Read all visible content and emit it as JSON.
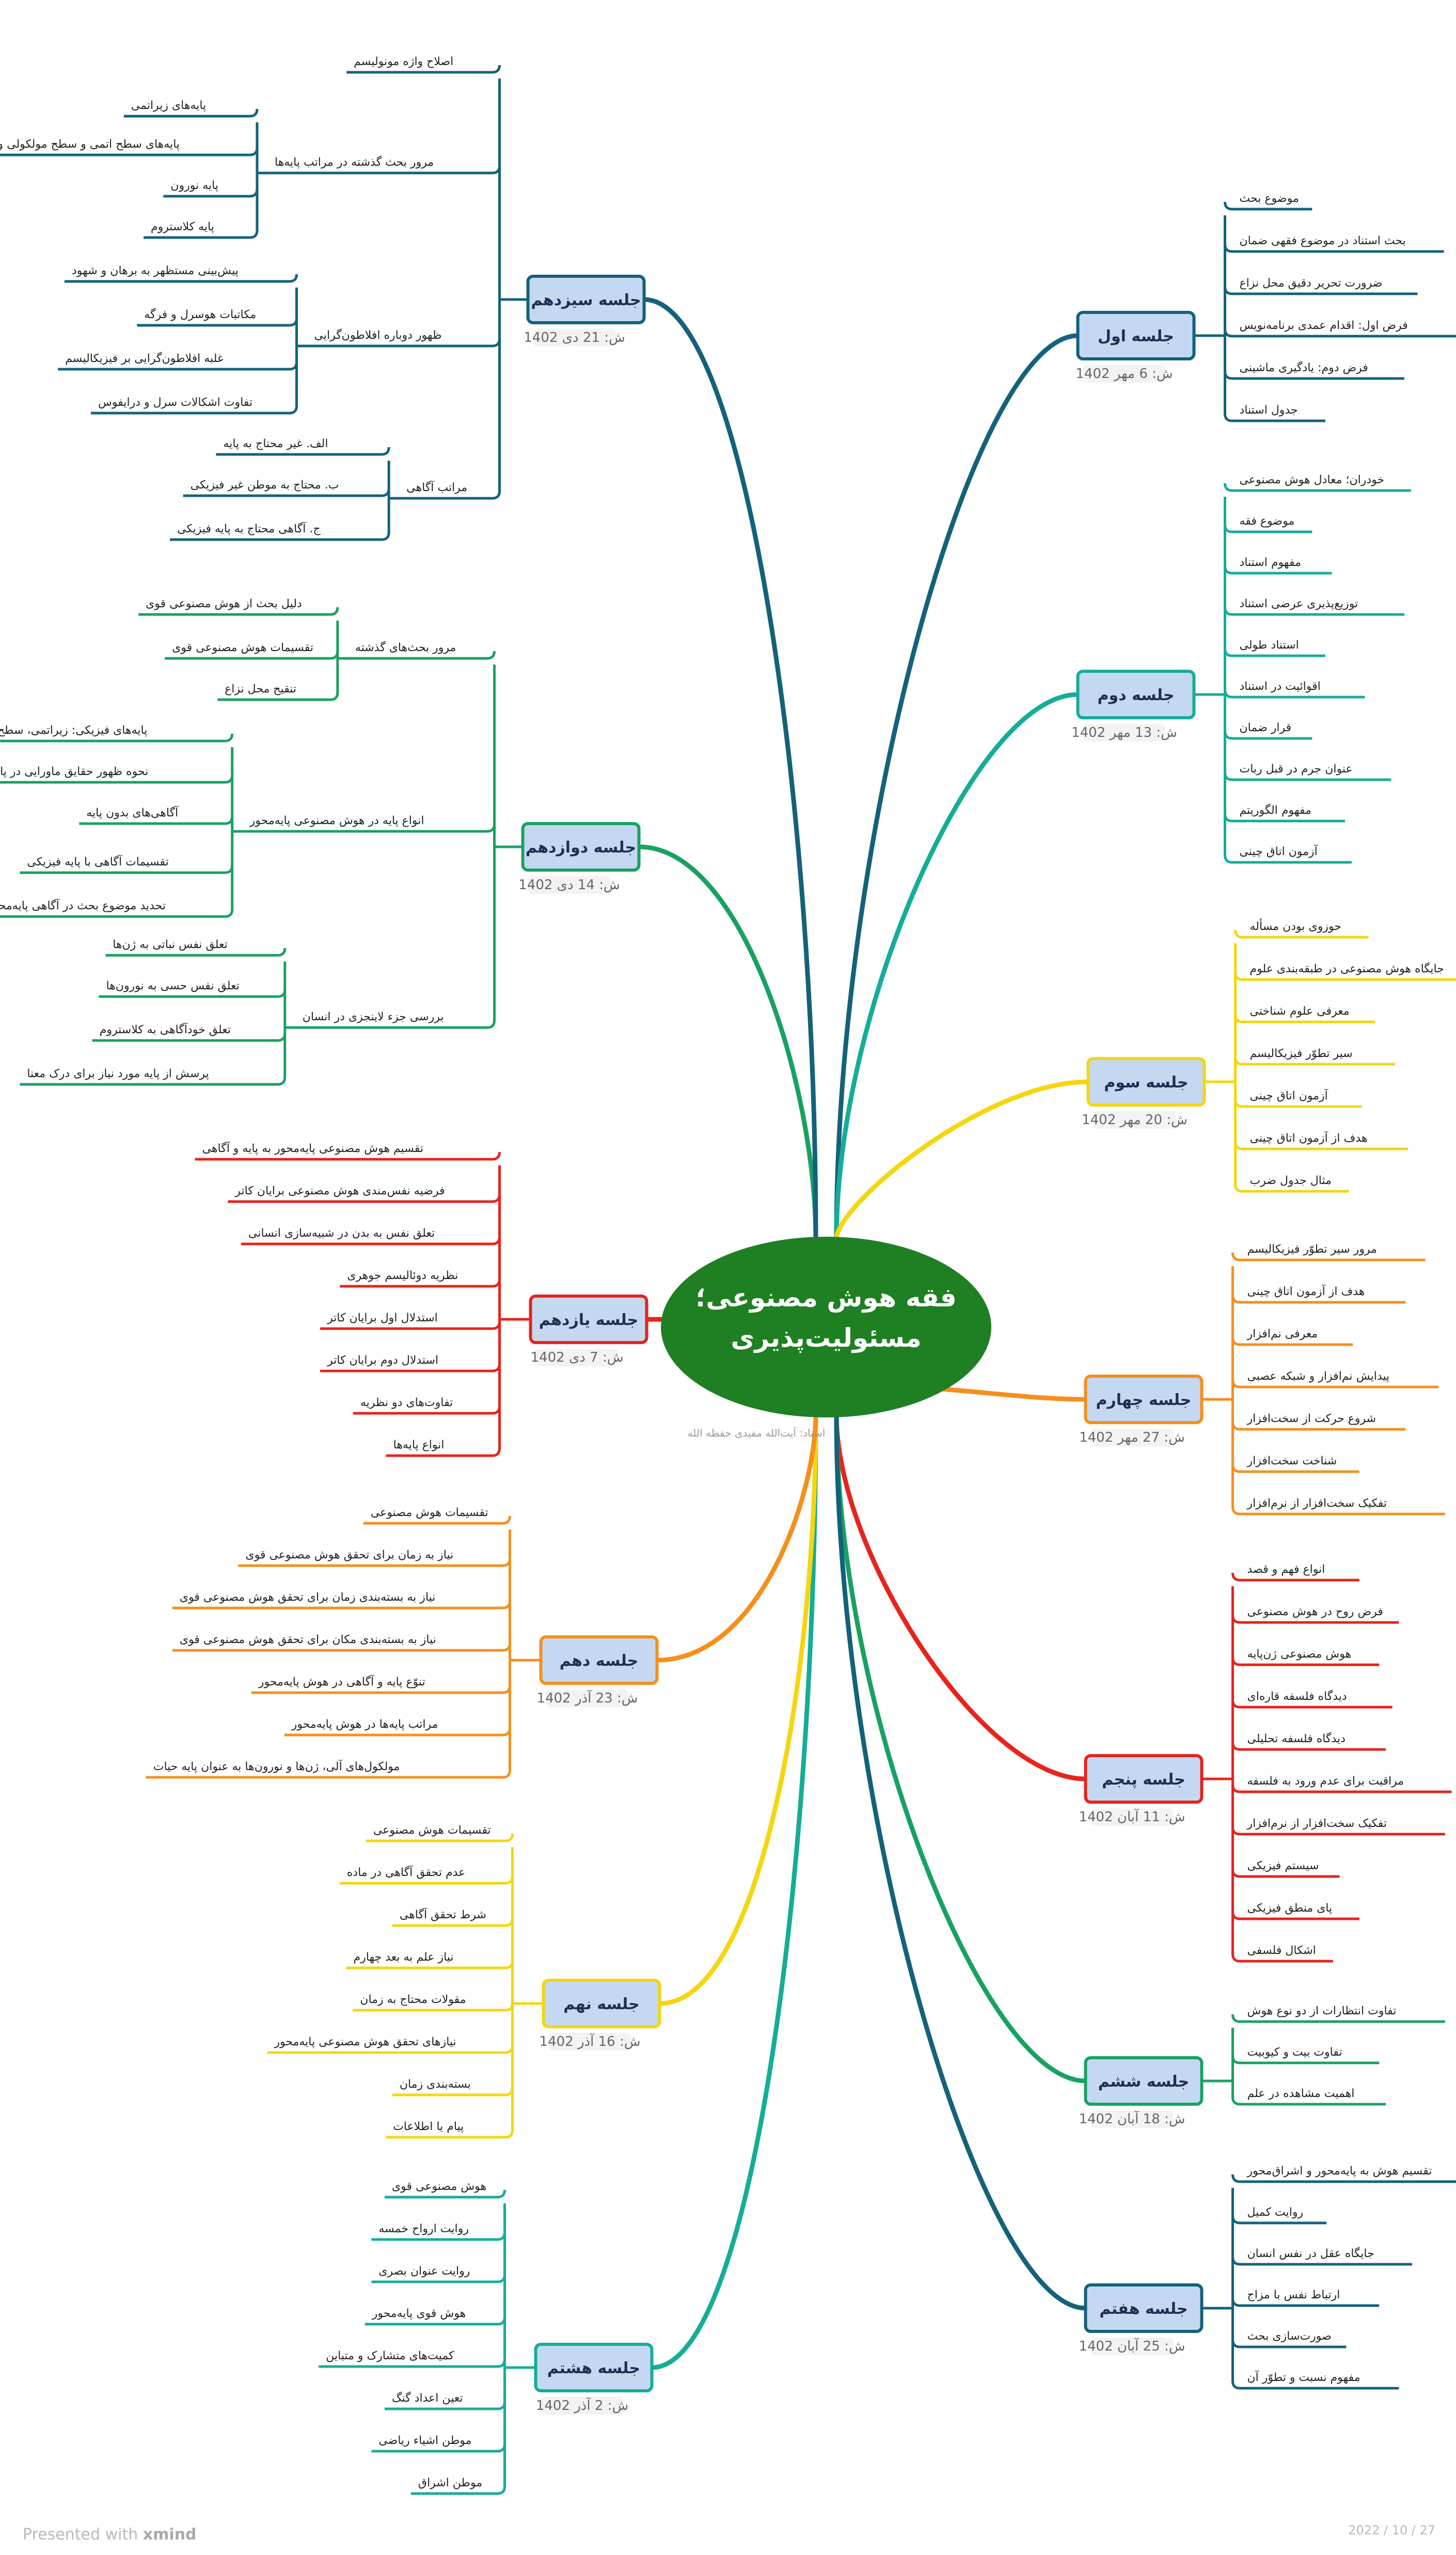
{
  "center": {
    "line1": "فقه هوش مصنوعی؛",
    "line2": "مسئولیت‌پذیری",
    "color": "#1e8023",
    "master": "استاد: آیت‌الله مفیدی حفظه الله"
  },
  "footer": {
    "presented": "Presented with",
    "brand": "xmind",
    "page": "2022 / 10 / 27"
  },
  "sessions": [
    {
      "id": "s1",
      "title": "جلسه اول",
      "date": "ش: 6 مهر 1402",
      "color": "#13627a",
      "side": "right",
      "items": [
        "موضوع بحث",
        "بحث استناد در موضوع فقهی ضمان",
        "ضرورت تحریر دقیق محل نزاع",
        "فرض اول: اقدام عمدی برنامه‌نویس",
        "فرض دوم: یادگیری ماشینی",
        "جدول استناد"
      ]
    },
    {
      "id": "s2",
      "title": "جلسه دوم",
      "date": "ش: 13 مهر 1402",
      "color": "#14ad98",
      "side": "right",
      "items": [
        "خودران؛ معادل هوش مصنوعی",
        "موضوع فقه",
        "مفهوم استناد",
        "توزیع‌پذیری عرضی استناد",
        "استناد طولی",
        "اقوائیت در استناد",
        "قرار ضمان",
        "عنوان جرم در قبل ربات",
        "مفهوم الگوریتم",
        "آزمون اتاق چینی"
      ]
    },
    {
      "id": "s3",
      "title": "جلسه سوم",
      "date": "ش: 20 مهر 1402",
      "color": "#f5d60f",
      "side": "right",
      "items": [
        "حوزوی بودن مسأله",
        "جایگاه هوش مصنوعی در طبقه‌بندی علوم",
        "معرفی علوم شناختی",
        "سیر تطوّر فیزیکالیسم",
        "آزمون اتاق چینی",
        "هدف از آزمون اتاق چینی",
        "مثال جدول ضرب"
      ]
    },
    {
      "id": "s4",
      "title": "جلسه چهارم",
      "date": "ش: 27 مهر 1402",
      "color": "#f68f1c",
      "side": "right",
      "items": [
        "مرور سیر تطوّر فیزیکالیسم",
        "هدف از آزمون اتاق چینی",
        "معرفی نم‌افزار",
        "پیدایش نم‌افزار و شبکه عصبی",
        "شروع حرکت از سخت‌افزار",
        "شناخت سخت‌افزار",
        "تفکیک سخت‌افزار از نرم‌افزار"
      ]
    },
    {
      "id": "s5",
      "title": "جلسه پنجم",
      "date": "ش: 11 آبان 1402",
      "color": "#e8231b",
      "side": "right",
      "items": [
        "انواع فهم و قصد",
        "فرض روح در هوش مصنوعی",
        "هوش مصنوعی ژن‌پایه",
        "دیدگاه فلسفه قاره‌ای",
        "دیدگاه فلسفه تحلیلی",
        "مراقبت برای عدم ورود به فلسفه",
        "تفکیک سخت‌افزار از نرم‌افزار",
        "سیستم فیزیکی",
        "پای منطق فیزیکی",
        "اشکال فلسفی"
      ]
    },
    {
      "id": "s6",
      "title": "جلسه ششم",
      "date": "ش: 18 آبان 1402",
      "color": "#19a162",
      "side": "right",
      "items": [
        "تفاوت انتظارات از دو نوع هوش",
        "تفاوت بیت و کیوبیت",
        "اهمیت مشاهده در علم"
      ]
    },
    {
      "id": "s7",
      "title": "جلسه هفتم",
      "date": "ش: 25 آبان 1402",
      "color": "#13627a",
      "side": "right",
      "items": [
        "تقسیم هوش به پایه‌محور و اشراق‌محور",
        "روایت کمیل",
        "جایگاه عقل در نفس انسان",
        "ارتباط نفس با مزاج",
        "صورت‌سازی بحث",
        "مفهوم نسبت و تطوّر آن"
      ]
    },
    {
      "id": "s8",
      "title": "جلسه هشتم",
      "date": "ش: 2 آذر 1402",
      "color": "#14ad98",
      "side": "left",
      "items": [
        "هوش مصنوعی قوی",
        "روایت ارواح خمسه",
        "روایت عنوان بصری",
        "هوش قوی پایه‌محور",
        "کمیت‌های متشارک و متباین",
        "تعین اعداد گنگ",
        "موطن اشیاء ریاضی",
        "موطن اشراق"
      ]
    },
    {
      "id": "s9",
      "title": "جلسه نهم",
      "date": "ش: 16 آذر 1402",
      "color": "#f5d60f",
      "side": "left",
      "items": [
        "تقسیمات هوش مصنوعی",
        "عدم تحقق آگاهی در ماده",
        "شرط تحقق آگاهی",
        "نیاز علم به بعد چهارم",
        "مقولات محتاج به زمان",
        "نیازهای تحقق هوش مصنوعی پایه‌محور",
        "بسته‌بندی زمان",
        "پیام یا اطلاعات"
      ]
    },
    {
      "id": "s10",
      "title": "جلسه دهم",
      "date": "ش: 23 آذر 1402",
      "color": "#f68f1c",
      "side": "left",
      "items": [
        "تقسیمات هوش مصنوعی",
        "نیاز به زمان برای تحقق هوش مصنوعی قوی",
        "نیاز به بسته‌بندی زمان برای تحقق هوش مصنوعی قوی",
        "نیاز به بسته‌بندی مکان برای تحقق هوش مصنوعی قوی",
        "تنوّع پایه و آگاهی در هوش پایه‌محور",
        "مراتب پایه‌ها در هوش پایه‌محور",
        "مولکول‌های آلی، ژن‌ها و نورون‌ها به عنوان پایه حیات"
      ]
    },
    {
      "id": "s11",
      "title": "جلسه یازدهم",
      "date": "ش: 7 دی 1402",
      "color": "#e8231b",
      "side": "left",
      "items": [
        "تقسیم هوش مصنوعی پایه‌محور به پایه و آگاهی",
        "فرضیه نفس‌مندی هوش مصنوعی برایان کاتر",
        "تعلق نفس به بدن در شبیه‌سازی انسانی",
        "نظریه دوئالیسم جوهری",
        "استدلال اول برایان کاتر",
        "استدلال دوم برایان کاتر",
        "تفاوت‌های دو نظریه",
        "انواع پایه‌ها"
      ]
    },
    {
      "id": "s12",
      "title": "جلسه دوازدهم",
      "date": "ش: 14 دی 1402",
      "color": "#19a162",
      "side": "left",
      "groups": [
        {
          "label": "مرور بحث‌های گذشته",
          "items": [
            "دلیل بحث از هوش مصنوعی قوی",
            "تقسیمات هوش مصنوعی قوی",
            "تنقیح محل نزاع"
          ]
        },
        {
          "label": "انواع پایه در هوش مصنوعی پایه‌محور",
          "items": [
            "پایه‌های فیزیکی: زیراتمی، سطح‌اتمی و فراتمی",
            "نحوه ظهور حقایق ماورایی در پایه‌های فیزیکی",
            "آگاهی‌های بدون پایه",
            "تقسیمات آگاهی با پایه فیزیکی",
            "تحدید موضوع بحث در آگاهی پایه‌محور"
          ]
        },
        {
          "label": "بررسی جزء لاینجزی در انسان",
          "items": [
            "تعلق نفس نباتی به ژن‌ها",
            "تعلق نفس حسی به نورون‌ها",
            "تعلق خودآگاهی به کلاستروم",
            "پرسش از پایه مورد نیاز برای درک معنا"
          ]
        }
      ]
    },
    {
      "id": "s13",
      "title": "جلسه سیزدهم",
      "date": "ش: 21 دی 1402",
      "color": "#13627a",
      "side": "left",
      "groups": [
        {
          "label": "اصلاح واژه مونولیسم",
          "items": []
        },
        {
          "label": "مرور بحث گذشته در مراتب پایه‌ها",
          "items": [
            "پایه‌های زیراتمی",
            "پایه‌های سطح اتمی و سطح مولکولی و مولکول‌های آلی",
            "پایه نورون",
            "پایه کلاستروم"
          ]
        },
        {
          "label": "ظهور دوباره افلاطون‌گرایی",
          "items": [
            "پیش‌بینی مستظهر به برهان و شهود",
            "مکاتبات هوسرل و فرگه",
            "غلبه افلاطون‌گرایی بر فیزیکالیسم",
            "تفاوت اشکالات سرل و درایفوس"
          ]
        },
        {
          "label": "مراتب آگاهی",
          "items": [
            "الف. غیر محتاج به پایه",
            "ب. محتاج به موطن غیر فیزیکی",
            "ج. آگاهی محتاج به پایه فیزیکی"
          ]
        }
      ]
    }
  ]
}
